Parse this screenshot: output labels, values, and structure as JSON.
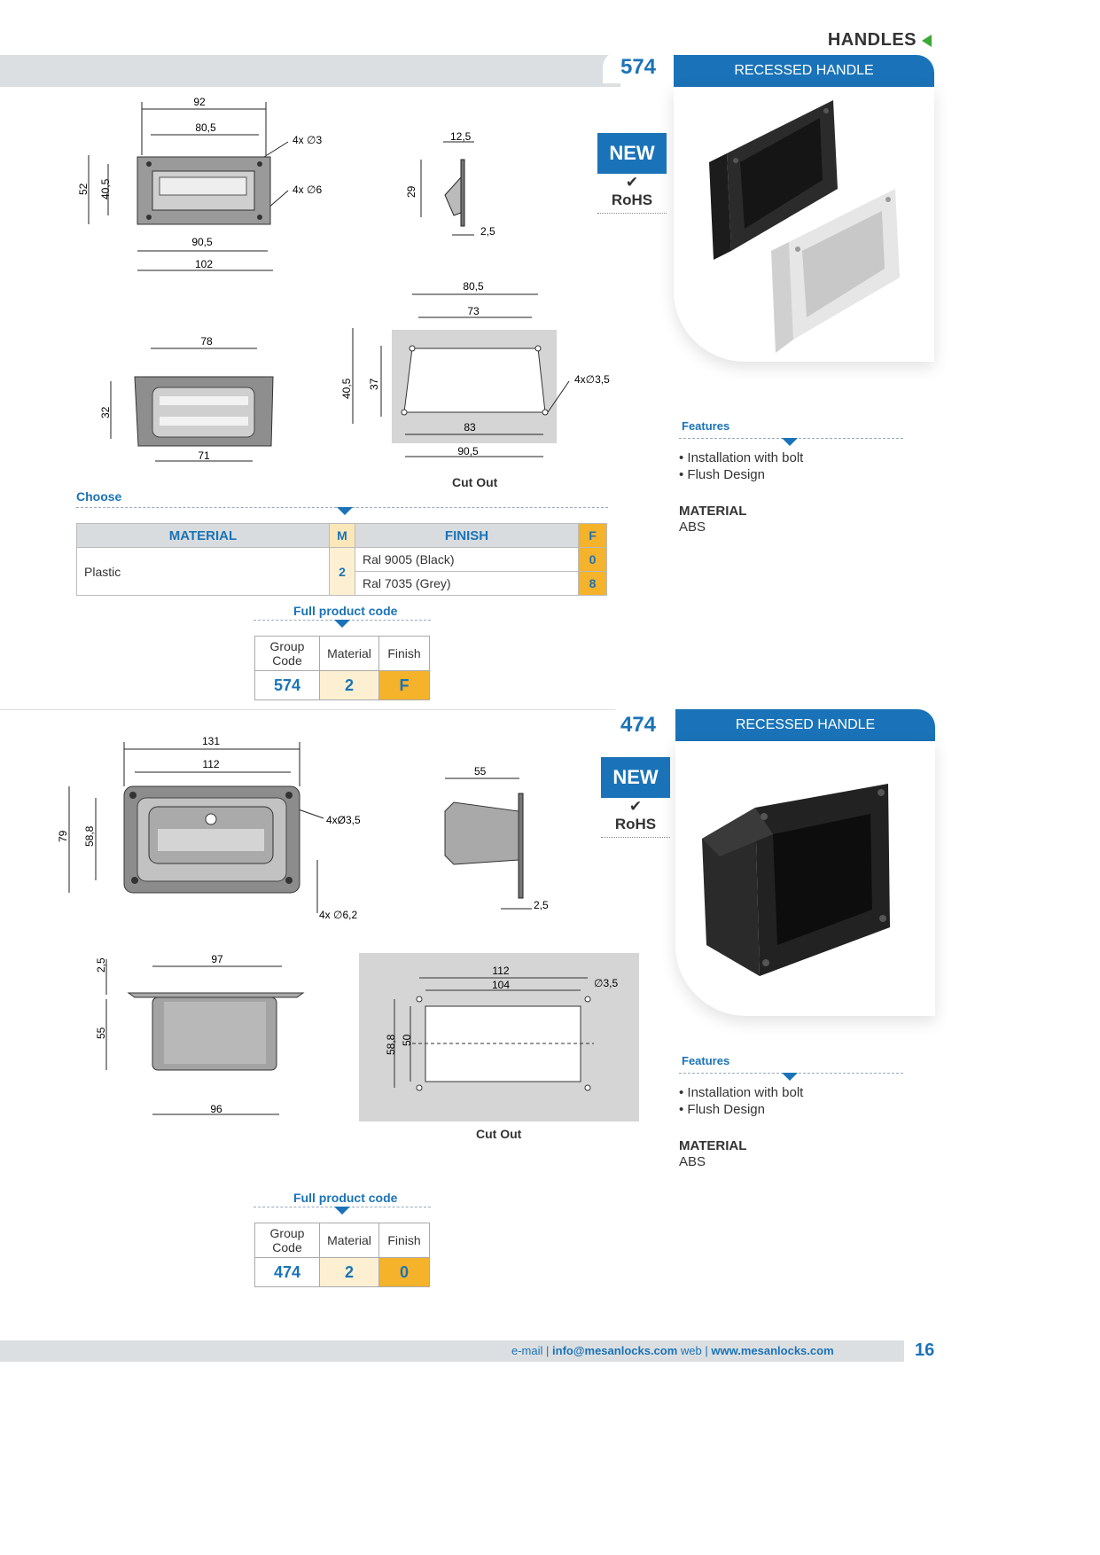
{
  "header": {
    "title": "HANDLES"
  },
  "product1": {
    "code": "574",
    "name": "RECESSED HANDLE",
    "new_label": "NEW",
    "rohs_label": "RoHS",
    "dims": {
      "top_w1": "92",
      "top_w2": "80,5",
      "hole1": "4x ∅3",
      "hole2": "4x ∅6",
      "h1": "52",
      "h2": "40,5",
      "bot_w1": "90,5",
      "bot_w2": "102",
      "side_w": "12,5",
      "side_h": "29",
      "side_t": "2,5",
      "front_w": "78",
      "front_h": "32",
      "front_b": "71",
      "cut_w1": "80,5",
      "cut_w2": "73",
      "cut_h1": "40,5",
      "cut_h2": "37",
      "cut_hole": "4x∅3,5",
      "cut_b1": "83",
      "cut_b2": "90,5"
    },
    "cutout_label": "Cut Out",
    "choose_label": "Choose",
    "table": {
      "h_material": "MATERIAL",
      "h_m": "M",
      "h_finish": "FINISH",
      "h_f": "F",
      "material": "Plastic",
      "material_code": "2",
      "finishes": [
        {
          "name": "Ral 9005 (Black)",
          "code": "0"
        },
        {
          "name": "Ral 7035 (Grey)",
          "code": "8"
        }
      ]
    },
    "fpc": {
      "label": "Full product code",
      "h_group": "Group Code",
      "h_material": "Material",
      "h_finish": "Finish",
      "group": "574",
      "material": "2",
      "finish": "F"
    },
    "features_label": "Features",
    "features": [
      "Installation with bolt",
      "Flush Design"
    ],
    "material_label": "MATERIAL",
    "material_value": "ABS"
  },
  "product2": {
    "code": "474",
    "name": "RECESSED HANDLE",
    "new_label": "NEW",
    "rohs_label": "RoHS",
    "dims": {
      "top_w1": "131",
      "top_w2": "112",
      "hole1": "4xØ3,5",
      "hole2": "4x ∅6,2",
      "h1": "79",
      "h2": "58,8",
      "side_w": "55",
      "side_t": "2,5",
      "front_t": "2,5",
      "front_w": "97",
      "front_h": "55",
      "front_b": "96",
      "cut_w1": "112",
      "cut_w2": "104",
      "cut_hole": "∅3,5",
      "cut_h1": "58,8",
      "cut_h2": "50"
    },
    "cutout_label": "Cut Out",
    "fpc": {
      "label": "Full product code",
      "h_group": "Group Code",
      "h_material": "Material",
      "h_finish": "Finish",
      "group": "474",
      "material": "2",
      "finish": "0"
    },
    "features_label": "Features",
    "features": [
      "Installation with bolt",
      "Flush Design"
    ],
    "material_label": "MATERIAL",
    "material_value": "ABS"
  },
  "footer": {
    "email_label": "e-mail |",
    "email": "info@mesanlocks.com",
    "web_label": "web |",
    "web": "www.mesanlocks.com",
    "page": "16"
  }
}
